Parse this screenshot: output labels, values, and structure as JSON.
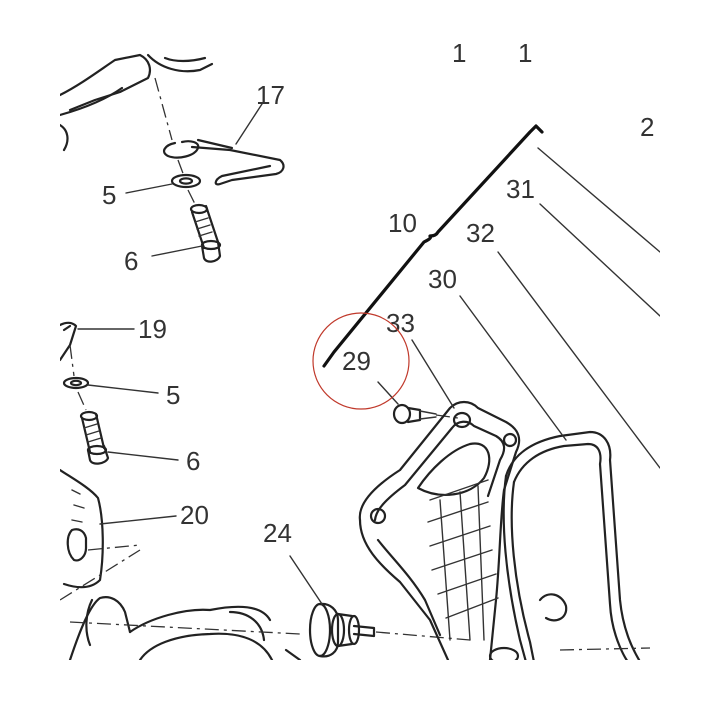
{
  "diagram": {
    "highlight_color": "#c0392b",
    "line_color": "#222222",
    "callouts": {
      "c17": "17",
      "c5a": "5",
      "c6a": "6",
      "c19": "19",
      "c5b": "5",
      "c6b": "6",
      "c20": "20",
      "c24": "24",
      "c10": "10",
      "c31": "31",
      "c32": "32",
      "c30": "30",
      "c33": "33",
      "c29": "29",
      "c23": "2",
      "c18a": "1",
      "c18b": "1"
    }
  }
}
